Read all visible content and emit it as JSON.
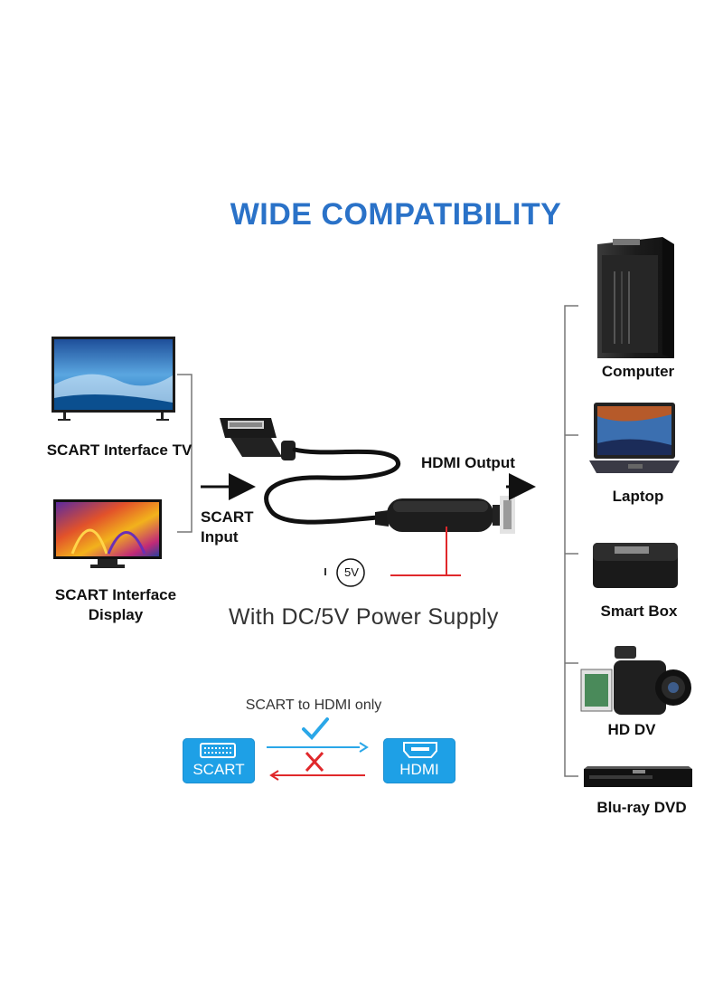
{
  "title": "WIDE COMPATIBILITY",
  "inputs": {
    "tv_label": "SCART Interface TV",
    "display_label": "SCART Interface Display"
  },
  "adapter": {
    "input_label": "SCART Input",
    "output_label": "HDMI Output",
    "voltage_label": "5V",
    "power_caption": "With DC/5V Power Supply"
  },
  "outputs": [
    {
      "label": "Computer"
    },
    {
      "label": "Laptop"
    },
    {
      "label": "Smart Box"
    },
    {
      "label": "HD DV"
    },
    {
      "label": "Blu-ray DVD"
    }
  ],
  "direction": {
    "caption": "SCART to HDMI only",
    "source": "SCART",
    "target": "HDMI"
  },
  "colors": {
    "title": "#2a72c8",
    "badge": "#1ea0e6",
    "allowed_arrow": "#2aa7e8",
    "blocked": "#e0282b"
  }
}
